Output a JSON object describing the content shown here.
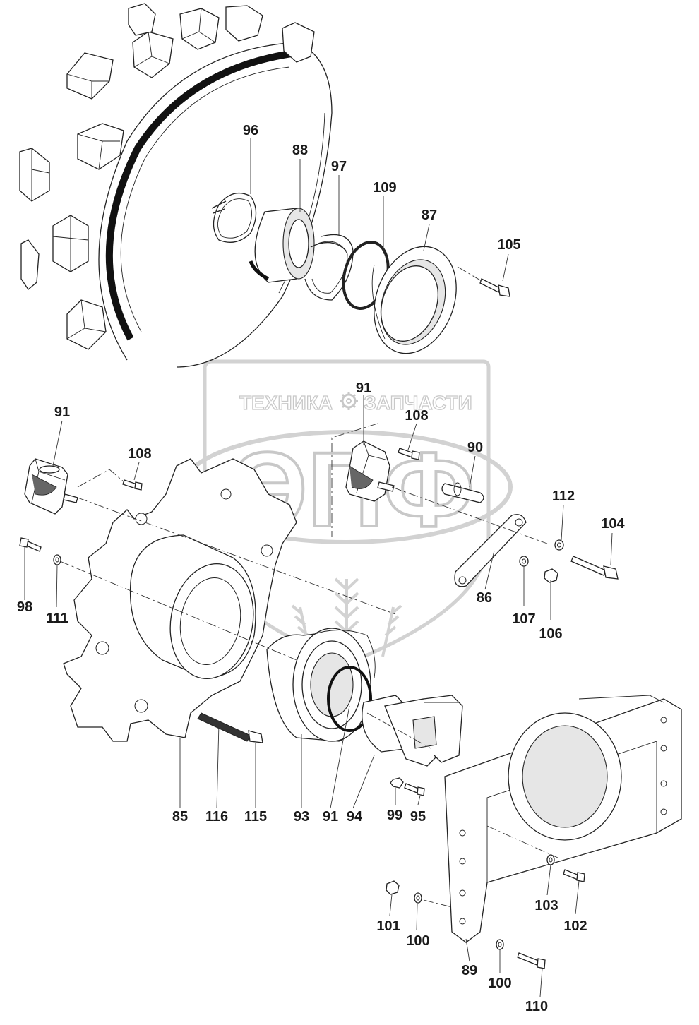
{
  "watermark": {
    "word_left": "ТЕХНИКА",
    "word_right": "ЗАПЧАСТИ",
    "logo_letters": "ЭПФ",
    "gear_icon": "gear-icon"
  },
  "part_labels": [
    {
      "id": "96",
      "text": "96"
    },
    {
      "id": "88",
      "text": "88"
    },
    {
      "id": "97",
      "text": "97"
    },
    {
      "id": "109",
      "text": "109"
    },
    {
      "id": "87",
      "text": "87"
    },
    {
      "id": "105",
      "text": "105"
    },
    {
      "id": "91a",
      "text": "91"
    },
    {
      "id": "108a",
      "text": "108"
    },
    {
      "id": "91b",
      "text": "91"
    },
    {
      "id": "108b",
      "text": "108"
    },
    {
      "id": "90",
      "text": "90"
    },
    {
      "id": "112",
      "text": "112"
    },
    {
      "id": "104",
      "text": "104"
    },
    {
      "id": "98",
      "text": "98"
    },
    {
      "id": "111",
      "text": "111"
    },
    {
      "id": "86",
      "text": "86"
    },
    {
      "id": "107",
      "text": "107"
    },
    {
      "id": "106",
      "text": "106"
    },
    {
      "id": "85",
      "text": "85"
    },
    {
      "id": "116",
      "text": "116"
    },
    {
      "id": "115",
      "text": "115"
    },
    {
      "id": "93",
      "text": "93"
    },
    {
      "id": "91c",
      "text": "91"
    },
    {
      "id": "94",
      "text": "94"
    },
    {
      "id": "99",
      "text": "99"
    },
    {
      "id": "95",
      "text": "95"
    },
    {
      "id": "103",
      "text": "103"
    },
    {
      "id": "102",
      "text": "102"
    },
    {
      "id": "101",
      "text": "101"
    },
    {
      "id": "100a",
      "text": "100"
    },
    {
      "id": "89",
      "text": "89"
    },
    {
      "id": "100b",
      "text": "100"
    },
    {
      "id": "110",
      "text": "110"
    }
  ]
}
